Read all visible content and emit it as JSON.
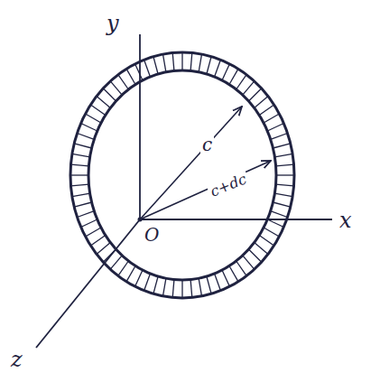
{
  "diagram": {
    "labels": [
      "y",
      "x",
      "z",
      "O",
      "c",
      "c+dc"
    ]
  }
}
